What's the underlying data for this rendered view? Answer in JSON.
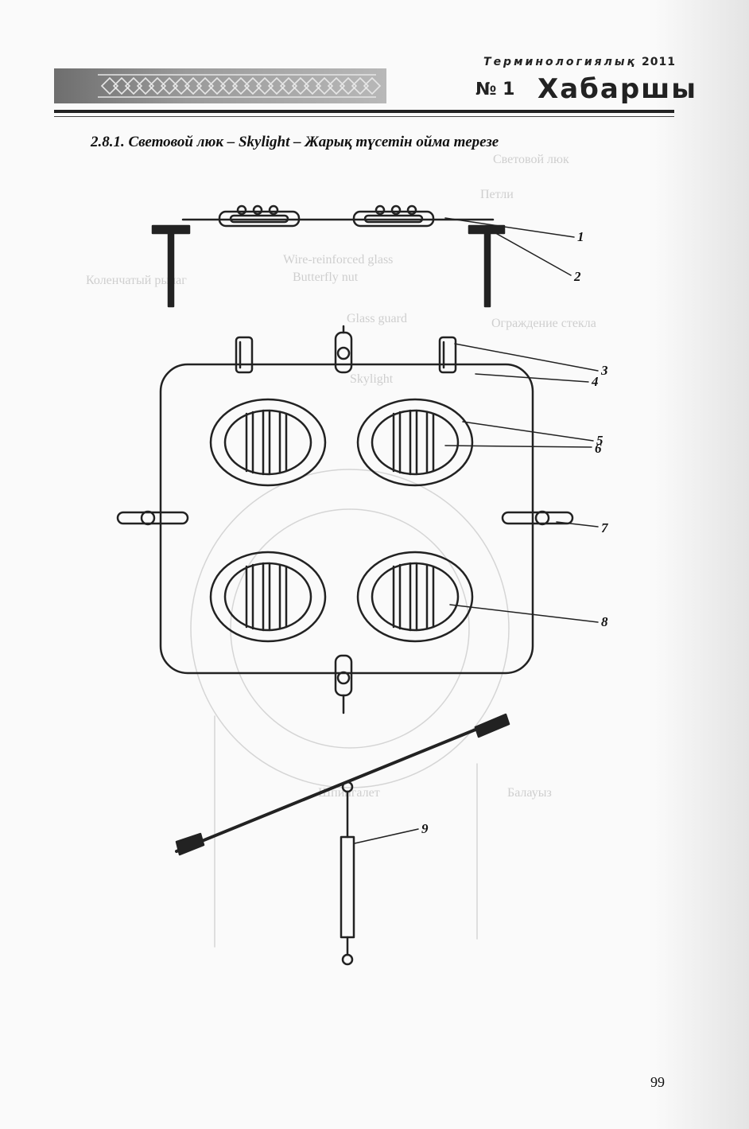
{
  "header": {
    "journal_line": "Терминологиялық",
    "year": "2011",
    "issue": "№ 1",
    "journal_name": "Хабаршы"
  },
  "section": {
    "title": "2.8.1. Световой люк – Skylight – Жарық түсетін ойма терезе"
  },
  "figure": {
    "callouts": [
      "1",
      "2",
      "3",
      "4",
      "5",
      "6",
      "7",
      "8",
      "9"
    ]
  },
  "bleed_through": [
    "Wire-reinforced glass",
    "Butterfly nut",
    "Glass guard",
    "Skylight",
    "Коленчатый рычаг",
    "Световой люк",
    "Ограждение стекла",
    "Петли",
    "Балауыз",
    "Шпингалет"
  ],
  "page_number": "99"
}
